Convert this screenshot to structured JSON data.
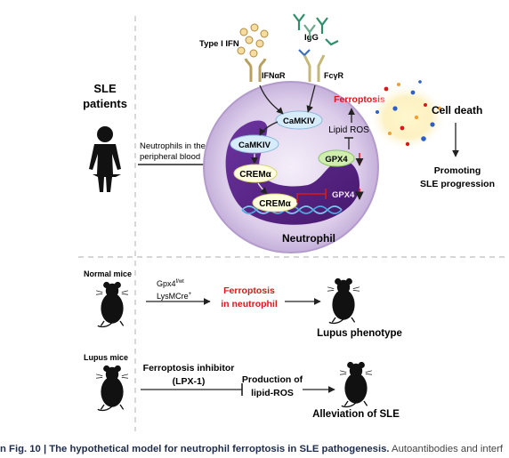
{
  "patients": {
    "line1": "SLE",
    "line2": "patients"
  },
  "arrow_label": {
    "line1": "Neutrophils in the",
    "line2": "peripheral blood"
  },
  "ligands": {
    "ifn": "Type I IFN",
    "igg": "IgG"
  },
  "receptors": {
    "ifnar": "IFNαR",
    "fcgr": "FcγR"
  },
  "cell": {
    "name": "Neutrophil",
    "camkiv_membrane": "CaMKIV",
    "camkiv_cytoplasm": "CaMKIV",
    "crem_cytoplasm": "CREMα",
    "crem_nucleus": "CREMα",
    "gpx4_gene": "GPX4",
    "gpx4_protein": "GPX4",
    "lipid_ros": "Lipid ROS",
    "ferroptosis": "Ferroptosis"
  },
  "outcome": {
    "cell_death": "Cell death",
    "promoting_line1": "Promoting",
    "promoting_line2": "SLE progression"
  },
  "normal_mice": {
    "label": "Normal mice",
    "genotype_line1": "Gpx4",
    "genotype_sup1": "f/wt",
    "genotype_line2": "LysMCre",
    "genotype_sup2": "+",
    "effect_line1": "Ferroptosis",
    "effect_line2": "in neutrophil",
    "result": "Lupus phenotype"
  },
  "lupus_mice": {
    "label": "Lupus mice",
    "treatment_line1": "Ferroptosis inhibitor",
    "treatment_line2": "(LPX-1)",
    "effect_line1": "Production of",
    "effect_line2": "lipid-ROS",
    "result": "Alleviation of SLE"
  },
  "caption": {
    "heading": "n Fig. 10 | The hypothetical model for neutrophil ferroptosis in SLE pathogenesis.",
    "text": " Autoantibodies and interf"
  },
  "colors": {
    "membrane": "#ded0ea",
    "nucleus": "#5a2a86",
    "ferroptosis_red": "#d7191c",
    "crem_fill": "#ffffe0"
  }
}
